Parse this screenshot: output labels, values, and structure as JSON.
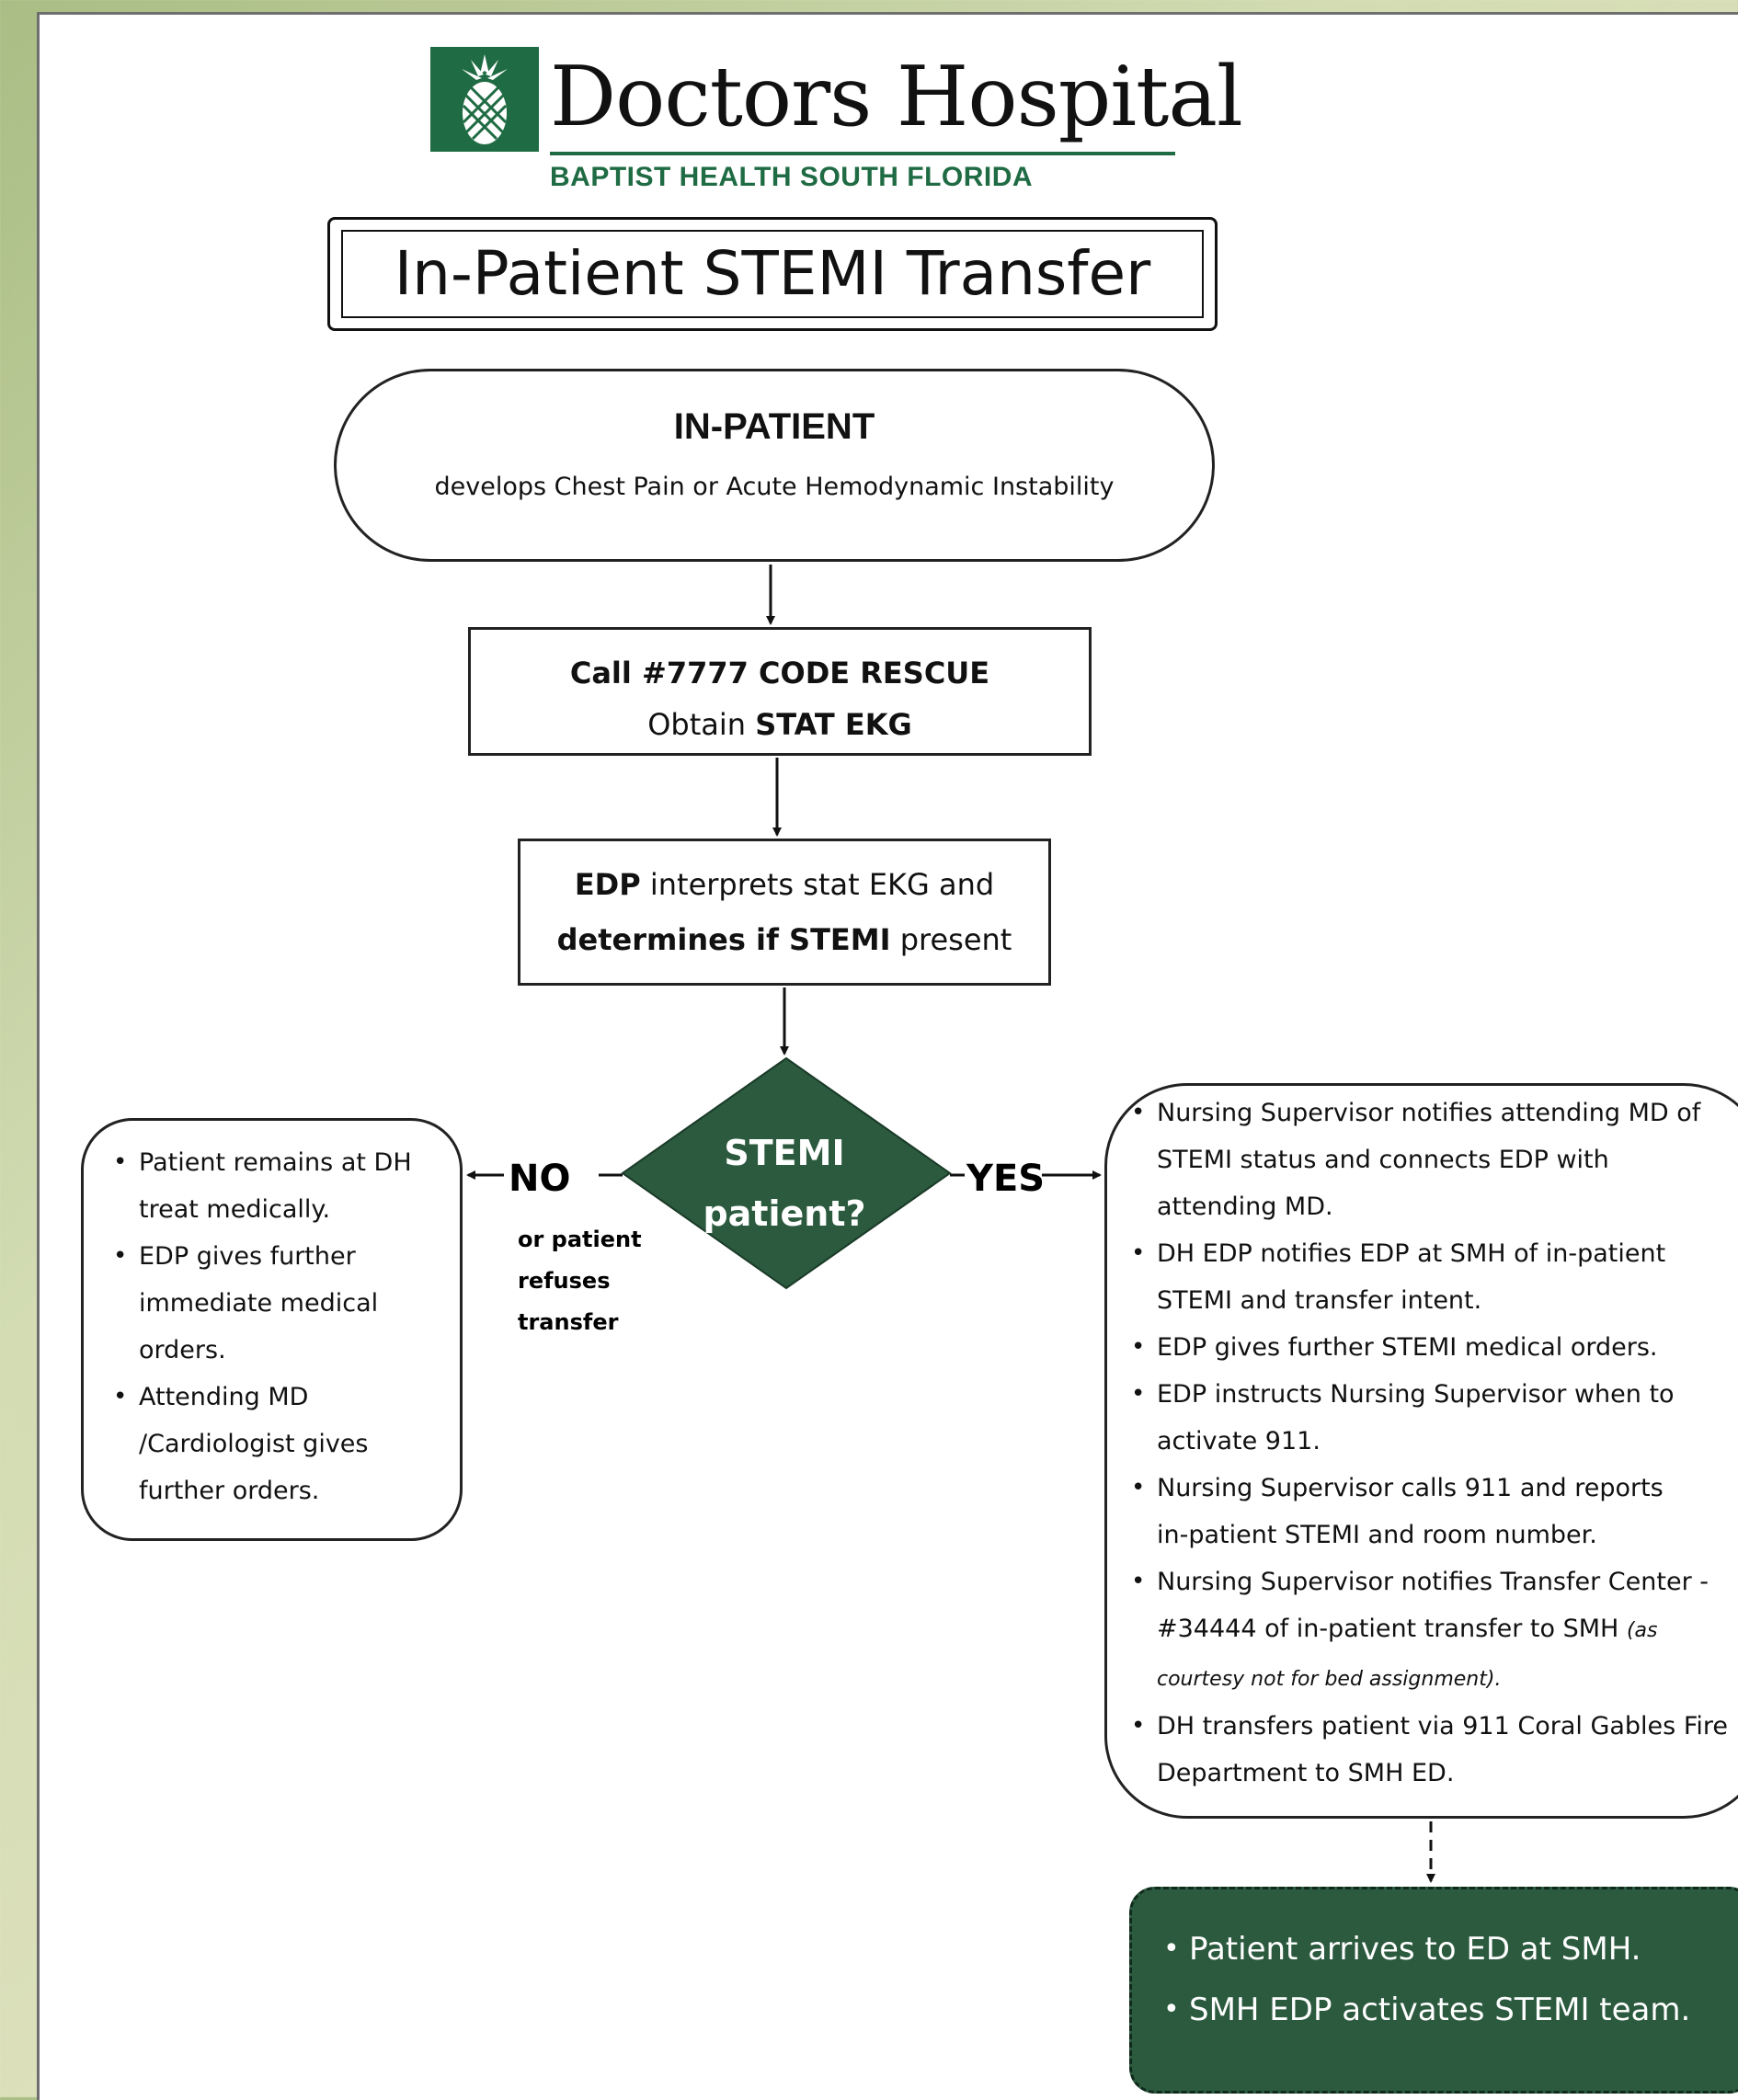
{
  "logo": {
    "name": "Doctors Hospital",
    "subtitle": "BAPTIST HEALTH SOUTH FLORIDA",
    "brand_color": "#1f6b43"
  },
  "title": "In-Patient STEMI Transfer",
  "start": {
    "title": "IN-PATIENT",
    "subtitle": "develops Chest Pain or Acute Hemodynamic Instability"
  },
  "call_step": {
    "line1": "Call #7777 CODE RESCUE",
    "line2_pre": "Obtain ",
    "line2_bold": "STAT EKG"
  },
  "edp_step": {
    "line1_bold": "EDP",
    "line1_rest": " interprets stat EKG and",
    "line2_bold": "determines if STEMI",
    "line2_rest": " present"
  },
  "decision": {
    "line1": "STEMI",
    "line2": "patient?",
    "fill_color": "#2b5a3e"
  },
  "no_branch": {
    "label": "NO",
    "sub": [
      "or patient",
      "refuses",
      "transfer"
    ],
    "items": [
      "Patient remains at DH treat medically.",
      "EDP gives further immediate medical orders.",
      "Attending MD /Cardiologist gives further orders."
    ]
  },
  "yes_branch": {
    "label": "YES",
    "lines": [
      {
        "text": "Nursing Supervisor notifies attending MD of",
        "bullet": true
      },
      {
        "text": "STEMI status and connects EDP with",
        "bullet": false
      },
      {
        "text": "attending MD.",
        "bullet": false
      },
      {
        "text": "DH EDP notifies EDP at SMH of in-patient",
        "bullet": true
      },
      {
        "text": "STEMI and transfer intent.",
        "bullet": false
      },
      {
        "text": "EDP gives further STEMI medical orders.",
        "bullet": true
      },
      {
        "text": "EDP instructs Nursing Supervisor when to",
        "bullet": true
      },
      {
        "text": "activate 911.",
        "bullet": false
      },
      {
        "text": "Nursing Supervisor calls 911 and reports",
        "bullet": true
      },
      {
        "text": "in-patient STEMI and room number.",
        "bullet": false
      },
      {
        "text": "Nursing Supervisor notifies Transfer Center -",
        "bullet": true
      },
      {
        "text": "#34444 of in-patient transfer to SMH ",
        "bullet": false,
        "italic_tail": "(as"
      },
      {
        "text": "",
        "bullet": false,
        "italic_tail": "courtesy not for bed assignment)."
      },
      {
        "text": "DH transfers patient via 911 Coral Gables Fire",
        "bullet": true
      },
      {
        "text": "Department to SMH ED.",
        "bullet": false
      }
    ]
  },
  "final": {
    "items": [
      "Patient arrives to ED at SMH.",
      "SMH EDP activates STEMI team."
    ],
    "fill_color": "#2b5a3e"
  }
}
